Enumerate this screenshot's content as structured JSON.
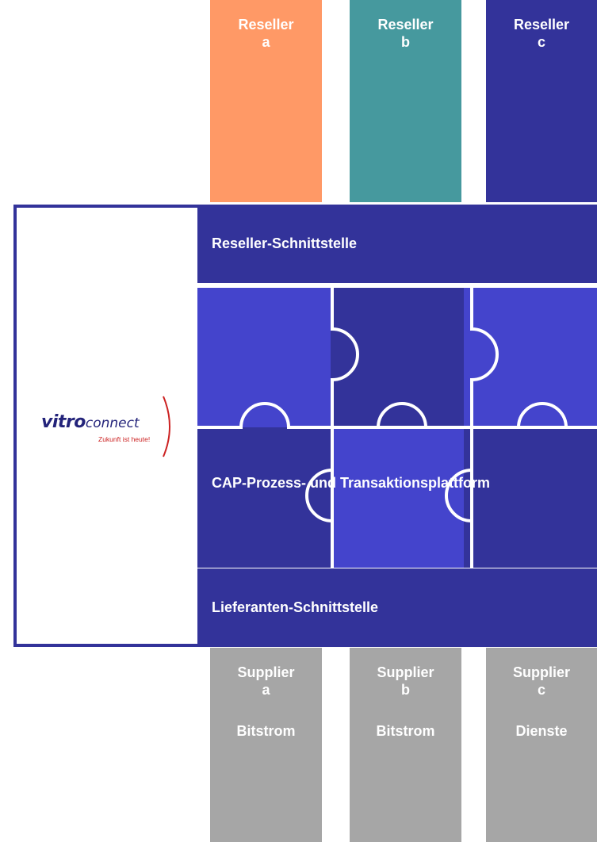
{
  "colors": {
    "reseller_a": "#ff9966",
    "reseller_b": "#46999e",
    "reseller_c": "#33339a",
    "band": "#33339a",
    "puzzle_light": "#4444cc",
    "puzzle_dark": "#33339a",
    "puzzle_lines": "#ffffff",
    "supplier": "#a6a6a6",
    "frame": "#33339a",
    "logo_text": "#23237a",
    "logo_accent": "#cc2222"
  },
  "resellers": [
    {
      "line1": "Reseller",
      "line2": "a"
    },
    {
      "line1": "Reseller",
      "line2": "b"
    },
    {
      "line1": "Reseller",
      "line2": "c"
    }
  ],
  "suppliers": [
    {
      "line1": "Supplier",
      "line2": "a",
      "type": "Bitstrom"
    },
    {
      "line1": "Supplier",
      "line2": "b",
      "type": "Bitstrom"
    },
    {
      "line1": "Supplier",
      "line2": "c",
      "type": "Dienste"
    }
  ],
  "bands": {
    "reseller": "Reseller-Schnittstelle",
    "platform": "CAP-Prozess- und Transaktionsplattform",
    "lieferanten": "Lieferanten-Schnittstelle"
  },
  "logo": {
    "brand_bold": "vitro",
    "brand_light": "connect",
    "tagline": "Zukunft ist heute!"
  }
}
